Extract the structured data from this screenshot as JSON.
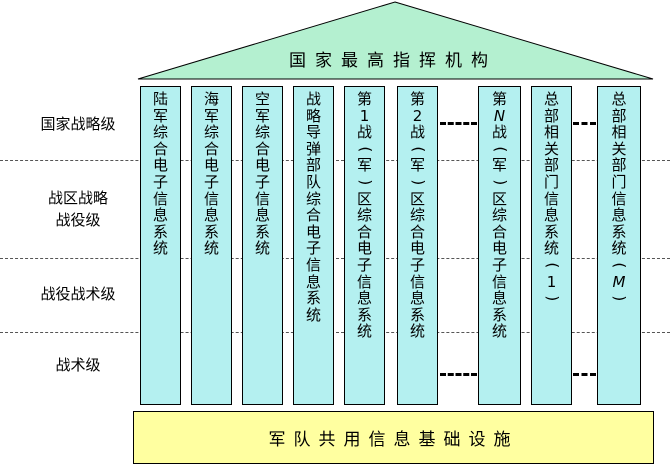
{
  "roof": {
    "title": "国家最高指挥机构"
  },
  "base": {
    "label": "军队共用信息基础设施"
  },
  "levels": [
    {
      "lines": [
        "国家战略级"
      ]
    },
    {
      "lines": [
        "战区战略",
        "战役级"
      ]
    },
    {
      "lines": [
        "战役战术级"
      ]
    },
    {
      "lines": [
        "战术级"
      ]
    }
  ],
  "pillars": [
    {
      "text": "陆军综合电子信息系统"
    },
    {
      "text": "海军综合电子信息系统"
    },
    {
      "text": "空军综合电子信息系统"
    },
    {
      "text": "战略导弹部队综合电子信息系统"
    },
    {
      "text": "第1战(军)区综合电子信息系统"
    },
    {
      "text": "第2战(军)区综合电子信息系统"
    },
    {
      "text": "第N战(军)区综合电子信息系统",
      "italic": [
        "N"
      ]
    },
    {
      "text": "总部相关部门信息系统(1)"
    },
    {
      "text": "总部相关部门信息系统(M)",
      "italic": [
        "M"
      ]
    }
  ],
  "colors": {
    "roof": "#b4f0d0",
    "pillar": "#b4f0f0",
    "base": "#ffffa0",
    "stroke": "#000000"
  }
}
